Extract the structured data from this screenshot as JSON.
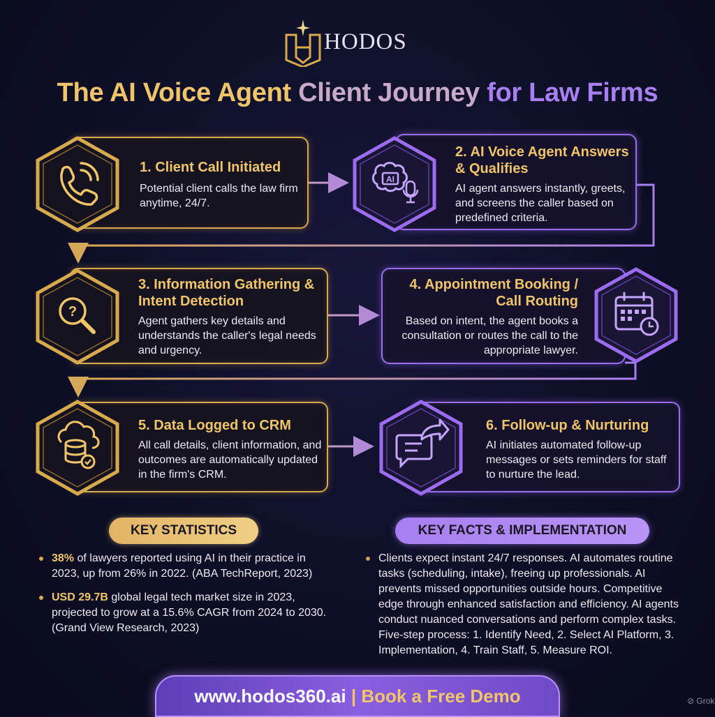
{
  "brand": {
    "name": "HODOS"
  },
  "title": {
    "part1": "The AI Voice Agent",
    "part2": " Client Journey",
    "part3": " for Law Firms"
  },
  "steps": [
    {
      "title": "1. Client Call Initiated",
      "body": "Potential client calls the law firm anytime, 24/7.",
      "icon": "phone-icon"
    },
    {
      "title": "2. AI Voice Agent Answers & Qualifies",
      "body": "AI agent answers instantly, greets, and screens the caller based on predefined criteria.",
      "icon": "ai-brain-microphone-icon"
    },
    {
      "title": "3. Information Gathering & Intent Detection",
      "body": "Agent gathers key details and understands the caller's legal needs and urgency.",
      "icon": "magnifier-question-icon"
    },
    {
      "title": "4. Appointment Booking / Call Routing",
      "body": "Based on intent, the agent books a consultation or routes the call to the appropriate lawyer.",
      "icon": "calendar-clock-icon"
    },
    {
      "title": "5. Data Logged to CRM",
      "body": "All call details, client information, and outcomes are automatically updated in the firm's CRM.",
      "icon": "cloud-database-icon"
    },
    {
      "title": "6. Follow-up & Nurturing",
      "body": "AI initiates automated follow-up messages or sets reminders for staff to nurture the lead.",
      "icon": "chat-share-icon"
    }
  ],
  "stats": {
    "heading": "KEY STATISTICS",
    "items": [
      {
        "highlight": "38%",
        "text": " of lawyers reported using AI in their practice in 2023, up from 26% in 2022. (ABA TechReport, 2023)"
      },
      {
        "highlight": "USD 29.7B",
        "text": " global legal tech market size in 2023, projected to grow at a 15.6% CAGR from 2024 to 2030. (Grand View Research, 2023)"
      }
    ]
  },
  "facts": {
    "heading": "KEY FACTS & IMPLEMENTATION",
    "items": [
      "Clients expect instant 24/7 responses. AI automates routine tasks (scheduling, intake), freeing up professionals. AI prevents missed opportunities outside hours. Competitive edge through enhanced satisfaction and efficiency. AI agents conduct nuanced conversations and perform complex tasks. Five-step process: 1. Identify Need, 2. Select AI Platform, 3. Implementation, 4. Train Staff, 5. Measure ROI."
    ]
  },
  "footer": {
    "url": "www.hodos360.ai",
    "separator": " | ",
    "cta": "Book a Free Demo"
  },
  "watermark": "Grok",
  "colors": {
    "gold": "#d9a94e",
    "purple": "#9b6cf0",
    "background": "#0d0f26"
  }
}
